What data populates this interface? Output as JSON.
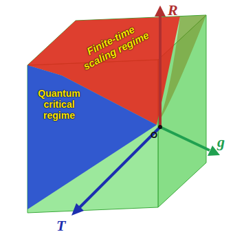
{
  "diagram": {
    "nodes": [
      {
        "text": [
          "Finite-time scaling regime"
        ]
      },
      {
        "text": [
          "Quantum critical regime"
        ]
      }
    ],
    "labels": [
      "R",
      "g",
      "T",
      "O"
    ]
  }
}
